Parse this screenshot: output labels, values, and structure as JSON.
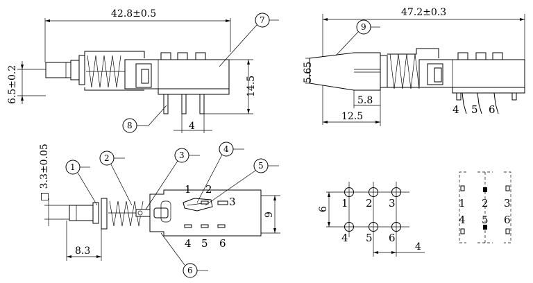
{
  "top_left_view": {
    "dim_length": "42.8±0.5",
    "dim_button_height": "6.5±0.2",
    "dim_body_height": "14.5",
    "dim_pin_pitch": "4",
    "callout_7": "7",
    "callout_8": "8"
  },
  "top_right_view": {
    "dim_length": "47.2±0.3",
    "dim_cap_height": "5.65",
    "dim_cap_inner": "5.8",
    "dim_cap_length": "12.5",
    "callout_9": "9",
    "pin_labels": [
      "4",
      "5",
      "6"
    ]
  },
  "bottom_left_view": {
    "dim_square": "□ 3.3±0.05",
    "dim_offset": "8.3",
    "dim_width": "9",
    "callouts": [
      "1",
      "2",
      "3",
      "4",
      "5",
      "6"
    ],
    "contact_labels_top": [
      "1",
      "2",
      "3"
    ],
    "contact_labels_bottom": [
      "4",
      "5",
      "6"
    ]
  },
  "hole_pattern": {
    "labels_top": [
      "1",
      "2",
      "3"
    ],
    "labels_bottom": [
      "4",
      "5",
      "6"
    ],
    "dim_row_spacing": "6",
    "dim_pitch": "4"
  },
  "schematic": {
    "labels_top": [
      "1",
      "2",
      "3"
    ],
    "labels_bottom": [
      "4",
      "5",
      "6"
    ]
  }
}
